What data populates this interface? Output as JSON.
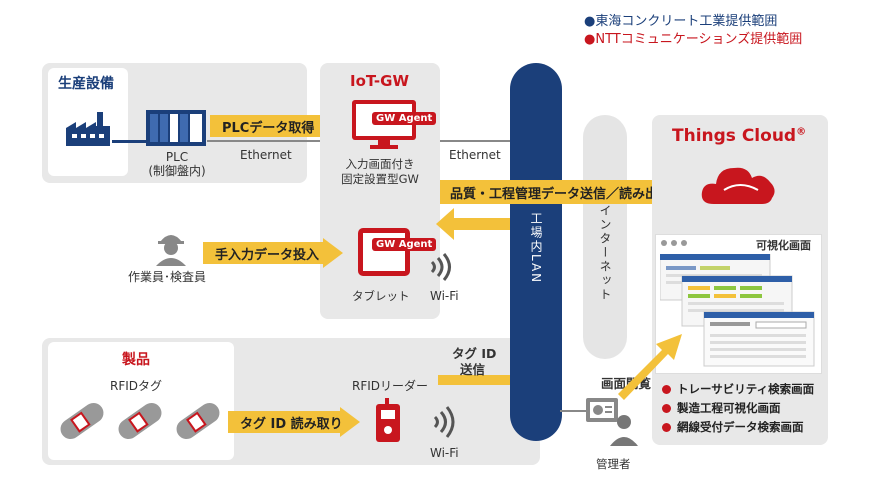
{
  "legend": {
    "blue": "●東海コンクリート工業提供範囲",
    "red": "●NTTコミュニケーションズ提供範囲"
  },
  "colors": {
    "blue": "#1b3f7a",
    "red": "#c8161e",
    "arrow": "#f3c13a",
    "panel": "#e8e8e8"
  },
  "production": {
    "title": "生産設備",
    "plc_label": "PLC\n(制御盤内)",
    "arrow_label": "PLCデータ取得",
    "ethernet": "Ethernet"
  },
  "iotgw": {
    "title": "IoT-GW",
    "agent_label": "GW Agent",
    "device_label": "入力画面付き\n固定設置型GW",
    "ethernet": "Ethernet",
    "tablet_label": "タブレット",
    "wifi": "Wi-Fi"
  },
  "worker": {
    "label": "作業員･検査員",
    "arrow_label": "手入力データ投入"
  },
  "lan": {
    "label": "工場内LAN"
  },
  "internet": {
    "label": "インターネット"
  },
  "quality_arrow": "品質・工程管理データ送信／読み出し",
  "cloud": {
    "title": "Things Cloud",
    "registered": "®",
    "viz_title": "可視化画面",
    "items": [
      "トレーサビリティ検索画面",
      "製造工程可視化画面",
      "網線受付データ検索画面"
    ]
  },
  "product": {
    "title": "製品",
    "rfid_tag": "RFIDタグ",
    "arrow_label": "タグ ID 読み取り",
    "reader": "RFIDリーダー",
    "wifi": "Wi-Fi"
  },
  "tag_send": {
    "line1": "タグ ID",
    "line2": "送信"
  },
  "manager": {
    "label": "管理者",
    "view": "画面閲覧"
  }
}
